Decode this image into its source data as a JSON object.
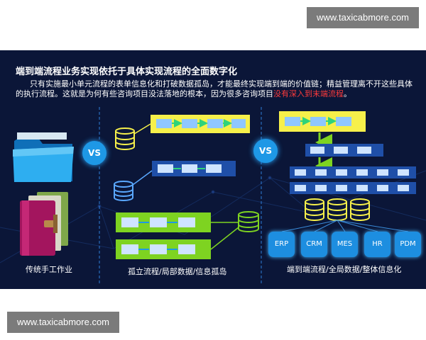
{
  "watermark_top": "www.taxicabmore.com",
  "watermark_bottom": "www.taxicabmore.com",
  "title": "端到端流程业务实现依托于具体实现流程的全面数字化",
  "description": {
    "main": "只有实施最小单元流程的表单信息化和打破数据孤岛，才能最终实现端到端的价值链；精益管理离不开这些具体的执行流程。这就是为何有些咨询项目没法落地的根本，因为很多咨询项目",
    "highlight": "没有深入到末端流程",
    "end": "。"
  },
  "vs_label": "VS",
  "sections": {
    "manual": "传统手工作业",
    "silo": "孤立流程/局部数据/信息孤岛",
    "e2e": "端到端流程/全局数据/整体信息化"
  },
  "systems": [
    "ERP",
    "CRM",
    "MES",
    "HR",
    "PDM"
  ],
  "colors": {
    "background": "#0b1638",
    "accent_blue": "#1e98e6",
    "accent_green": "#7ed321",
    "accent_yellow": "#f6f04a",
    "highlight_red": "#ff3b3b"
  }
}
